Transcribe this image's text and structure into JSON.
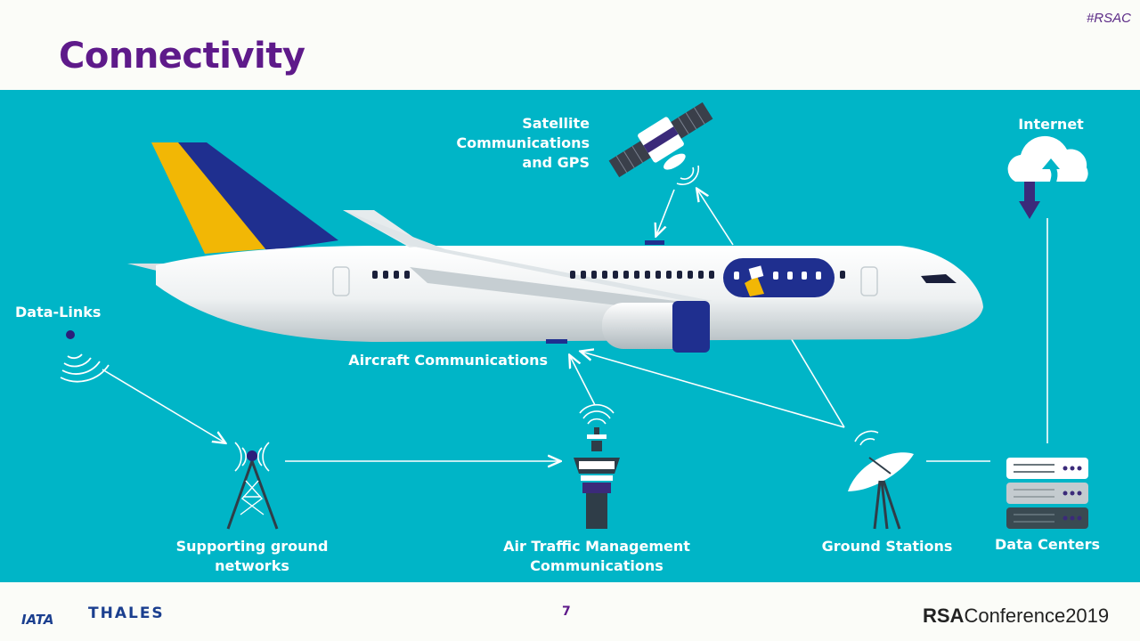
{
  "header": {
    "hashtag": "#RSAC",
    "title": "Connectivity"
  },
  "diagram": {
    "satellite": [
      "Satellite",
      "Communications",
      "and GPS"
    ],
    "internet": "Internet",
    "data_links": "Data-Links",
    "aircraft_comms": "Aircraft Communications",
    "ground_networks": [
      "Supporting ground",
      "networks"
    ],
    "atm": [
      "Air Traffic Management",
      "Communications"
    ],
    "ground_stations": "Ground Stations",
    "data_centers": "Data Centers"
  },
  "footer": {
    "page_number": "7",
    "iata_logo": "IATA",
    "thales_logo": "THALES",
    "conference_brand": "RSA",
    "conference_rest": "Conference2019"
  },
  "colors": {
    "panel": "#00b5c7",
    "purple": "#5e1a8a",
    "navy": "#1f2f8f",
    "yellow": "#f2b705"
  }
}
